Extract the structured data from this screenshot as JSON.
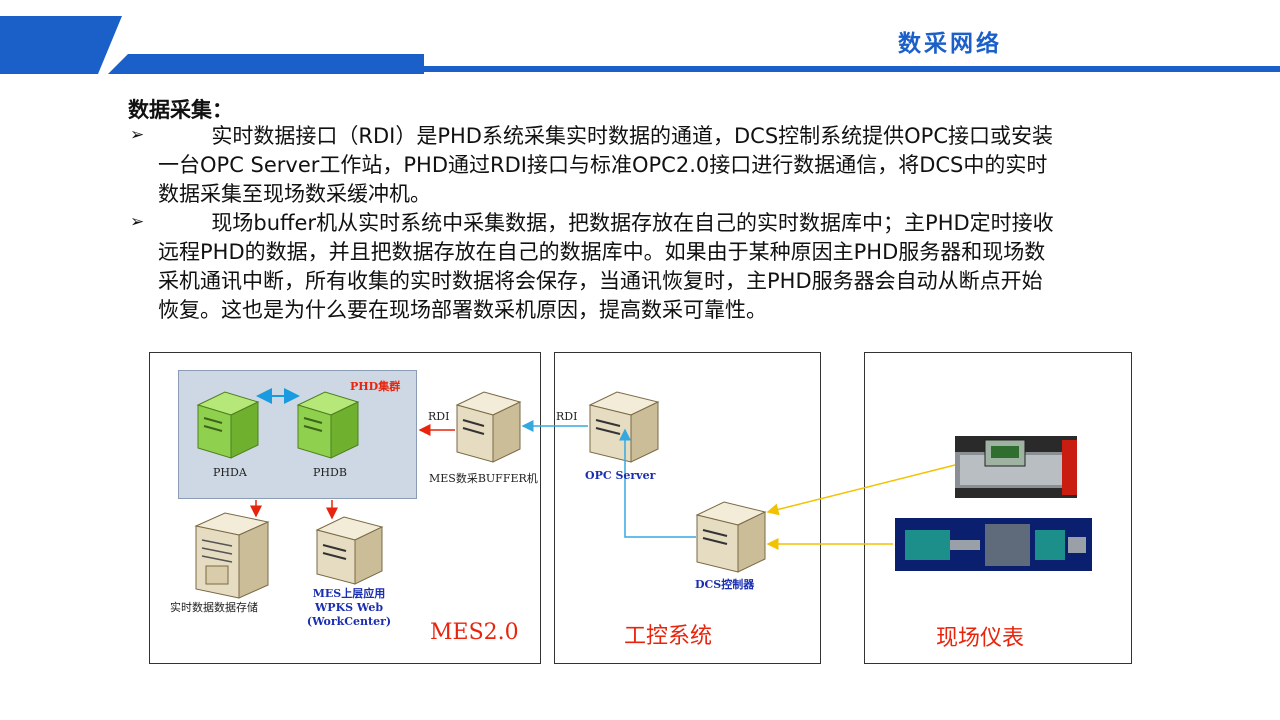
{
  "header": {
    "title": "数采网络"
  },
  "content": {
    "section_title": "数据采集：",
    "bullet_symbol": "➢",
    "paragraphs": [
      {
        "line1": "        实时数据接口（RDI）是PHD系统采集实时数据的通道，DCS控制系统提供OPC接口或安装",
        "line2": "一台OPC Server工作站，PHD通过RDI接口与标准OPC2.0接口进行数据通信，将DCS中的实时",
        "line3": "数据采集至现场数采缓冲机。"
      },
      {
        "line1": "        现场buffer机从实时系统中采集数据，把数据存放在自己的实时数据库中；主PHD定时接收",
        "line2": "远程PHD的数据，并且把数据存放在自己的数据库中。如果由于某种原因主PHD服务器和现场数",
        "line3": "采机通讯中断，所有收集的实时数据将会保存，当通讯恢复时，主PHD服务器会自动从断点开始",
        "line4": "恢复。这也是为什么要在现场部署数采机原因，提高数采可靠性。"
      }
    ]
  },
  "diagram": {
    "cluster_label": "PHD集群",
    "phda": "PHDA",
    "phdb": "PHDB",
    "rdi_left": "RDI",
    "rdi_right": "RDI",
    "buffer_label": "MES数采BUFFER机",
    "storage_label": "实时数据数据存储",
    "app_line1": "MES上层应用",
    "app_line2": "WPKS Web",
    "app_line3": "(WorkCenter)",
    "mes_label": "MES2.0",
    "opc_label": "OPC Server",
    "dcs_label": "DCS控制器",
    "control_label": "工控系统",
    "field_label": "现场仪表",
    "colors": {
      "server_green": "#8fd14f",
      "server_beige": "#e6dcc2",
      "arrow_red": "#e8240c",
      "arrow_blue": "#35a8e0",
      "arrow_yellow": "#f2c200",
      "accent_blue": "#1b5fc9"
    }
  }
}
